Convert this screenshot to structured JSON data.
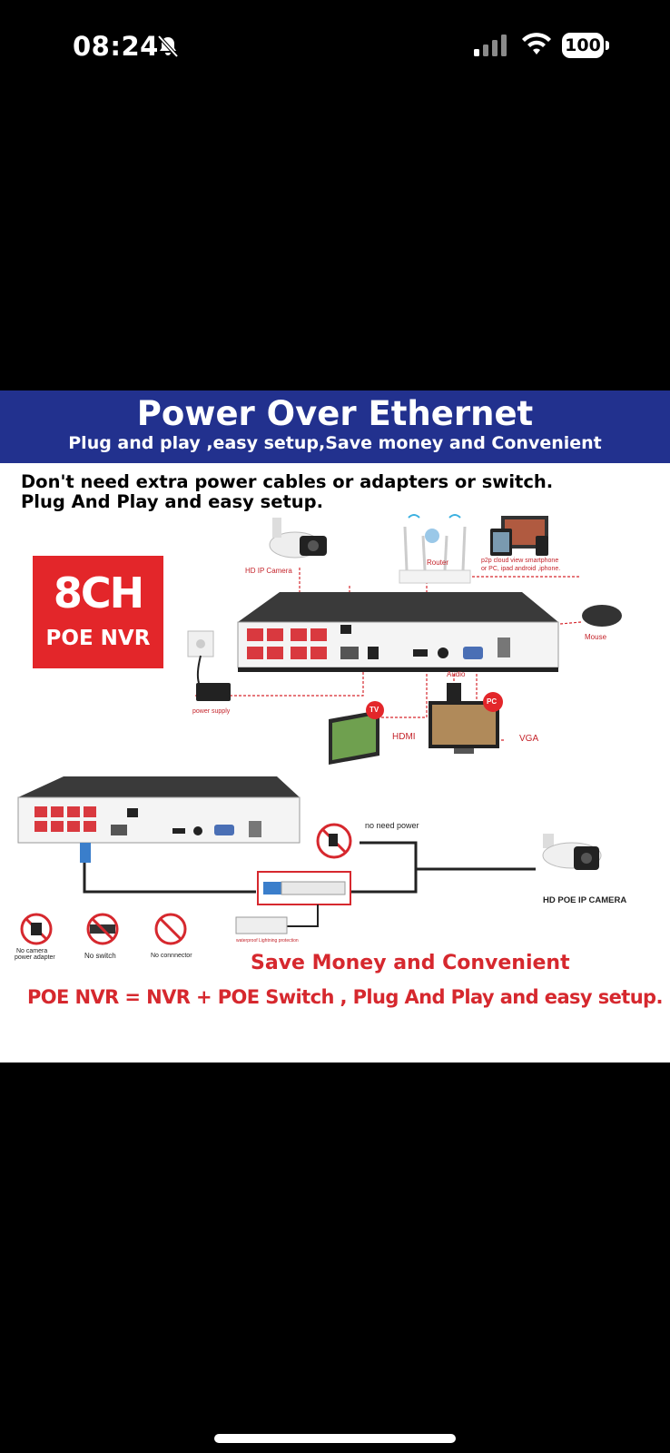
{
  "status_bar": {
    "time": "08:24",
    "battery": "100",
    "icons": [
      "bell-slash-icon",
      "cellular-signal-icon",
      "wifi-icon",
      "battery-icon"
    ]
  },
  "product_image": {
    "title": "Power Over Ethernet",
    "subtitle": "Plug and play ,easy setup,Save money and Convenient",
    "intro_line1": "Don't need extra power cables or adapters or switch.",
    "intro_line2": "Plug And Play and easy setup.",
    "badge_big": "8CH",
    "badge_small": "POE NVR",
    "labels": {
      "hd_ip_camera": "HD IP Camera",
      "router": "Router",
      "p2p_line1": "p2p cloud  view smartphone",
      "p2p_line2": "or PC, ipad android ,iphone.",
      "mouse": "Mouse",
      "power_supply": "power supply",
      "audio": "Audio",
      "tv": "TV",
      "pc": "PC",
      "hdmi": "HDMI",
      "vga": "VGA",
      "no_need_power": "no need power",
      "hd_poe_ip_camera": "HD POE IP CAMERA",
      "no_camera_line1": "No camera",
      "no_camera_line2": "power adapter",
      "no_switch": "No switch",
      "no_connector": "No connnector",
      "waterproof": "waterproof Lightning protection"
    },
    "slogan1": "Save Money and Convenient",
    "slogan2": "POE NVR = NVR + POE Switch , Plug And Play and easy setup."
  },
  "colors": {
    "banner": "#22318e",
    "accent_red": "#e3262a",
    "text_red": "#d6282e"
  }
}
